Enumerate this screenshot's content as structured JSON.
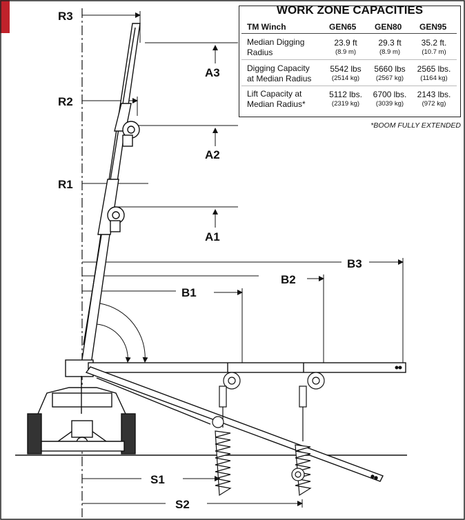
{
  "dimension_labels": {
    "r3": "R3",
    "r2": "R2",
    "r1": "R1",
    "a3": "A3",
    "a2": "A2",
    "a1": "A1",
    "b1": "B1",
    "b2": "B2",
    "b3": "B3",
    "s1": "S1",
    "s2": "S2"
  },
  "table": {
    "title": "WORK ZONE CAPACITIES",
    "header": [
      "TM Winch",
      "GEN65",
      "GEN80",
      "GEN95"
    ],
    "rows": [
      {
        "label_line1": "Median Digging",
        "label_line2": "Radius",
        "values": [
          {
            "main": "23.9 ft",
            "sub": "(8.9 m)"
          },
          {
            "main": "29.3 ft",
            "sub": "(8.9 m)"
          },
          {
            "main": "35.2 ft.",
            "sub": "(10.7 m)"
          }
        ]
      },
      {
        "label_line1": "Digging Capacity",
        "label_line2": "at Median Radius",
        "values": [
          {
            "main": "5542 lbs",
            "sub": "(2514 kg)"
          },
          {
            "main": "5660 lbs",
            "sub": "(2567 kg)"
          },
          {
            "main": "2565 lbs.",
            "sub": "(1164 kg)"
          }
        ]
      },
      {
        "label_line1": "Lift Capacity at",
        "label_line2": "Median Radius*",
        "values": [
          {
            "main": "5112 lbs.",
            "sub": "(2319 kg)"
          },
          {
            "main": "6700 lbs.",
            "sub": "(3039 kg)"
          },
          {
            "main": "2143 lbs.",
            "sub": "(972 kg)"
          }
        ]
      }
    ],
    "footnote": "*BOOM FULLY EXTENDED"
  },
  "colors": {
    "accent": "#c0222b",
    "line": "#111111"
  }
}
